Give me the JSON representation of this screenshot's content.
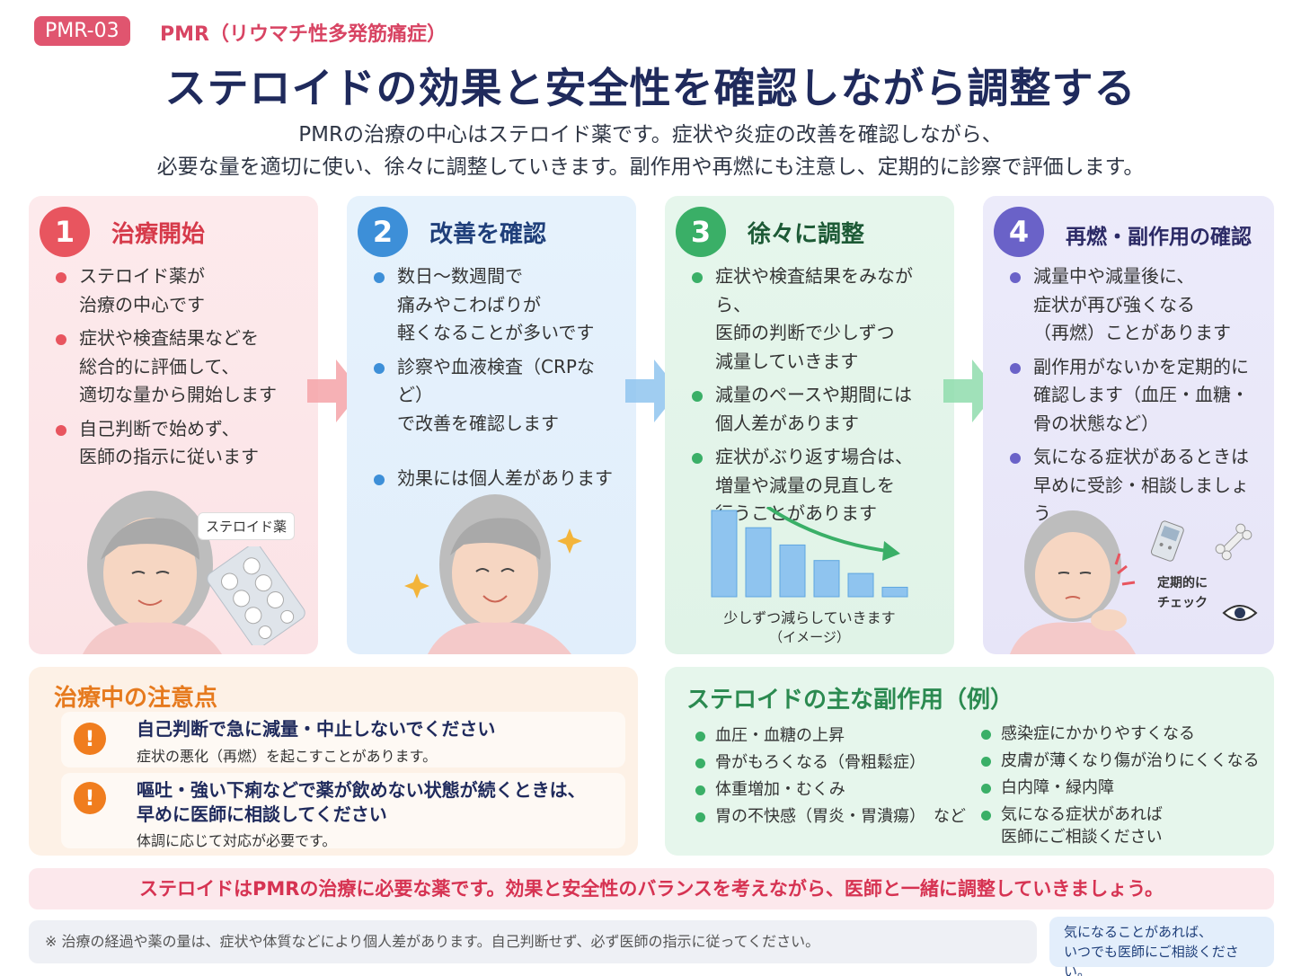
{
  "header": {
    "tag": "PMR-03",
    "subtitle": "PMR（リウマチ性多発筋痛症）",
    "title": "ステロイドの効果と安全性を確認しながら調整する",
    "lead_line1": "PMRの治療の中心はステロイド薬です。症状や炎症の改善を確認しながら、",
    "lead_line2": "必要な量を適切に使い、徐々に調整していきます。副作用や再燃にも注意し、定期的に診察で評価します。"
  },
  "steps": [
    {
      "num": "1",
      "title": "治療開始",
      "items": [
        [
          "ステロイド薬が",
          "治療の中心です"
        ],
        [
          "症状や検査結果などを",
          "総合的に評価して、",
          "適切な量から開始します"
        ],
        [
          "自己判断で始めず、",
          "医師の指示に従います"
        ]
      ],
      "label": "ステロイド薬"
    },
    {
      "num": "2",
      "title": "改善を確認",
      "items": [
        [
          "数日〜数週間で",
          "痛みやこわばりが",
          "軽くなることが多いです"
        ],
        [
          "診察や血液検査（CRPなど）",
          "で改善を確認します"
        ],
        [
          "効果には個人差があります"
        ]
      ]
    },
    {
      "num": "3",
      "title": "徐々に調整",
      "items": [
        [
          "症状や検査結果をみながら、",
          "医師の判断で少しずつ",
          "減量していきます"
        ],
        [
          "減量のペースや期間には",
          "個人差があります"
        ],
        [
          "症状がぶり返す場合は、",
          "増量や減量の見直しを",
          "行うことがあります"
        ]
      ],
      "chart_caption1": "少しずつ減らしていきます",
      "chart_caption2": "（イメージ）",
      "chart_bar_levels": [
        1.0,
        0.8,
        0.6,
        0.42,
        0.27,
        0.11
      ]
    },
    {
      "num": "4",
      "title": "再燃・副作用の確認",
      "items": [
        [
          "減量中や減量後に、",
          "症状が再び強くなる",
          "（再燃）ことがあります"
        ],
        [
          "副作用がないかを定期的に",
          "確認します（血圧・血糖・",
          "骨の状態など）"
        ],
        [
          "気になる症状があるときは",
          "早めに受診・相談しましょう"
        ]
      ],
      "check_label1": "定期的に",
      "check_label2": "チェック"
    }
  ],
  "cautions": {
    "title": "治療中の注意点",
    "items": [
      {
        "title": [
          "自己判断で急に減量・中止しないでください"
        ],
        "sub": "症状の悪化（再燃）を起こすことがあります。"
      },
      {
        "title": [
          "嘔吐・強い下痢などで薬が飲めない状態が続くときは、",
          "早めに医師に相談してください"
        ],
        "sub": "体調に応じて対応が必要です。"
      }
    ]
  },
  "side_effects": {
    "title": "ステロイドの主な副作用（例）",
    "left": [
      "血圧・血糖の上昇",
      "骨がもろくなる（骨粗鬆症）",
      "体重増加・むくみ",
      "胃の不快感（胃炎・胃潰瘍）　など"
    ],
    "right": [
      [
        "感染症にかかりやすくなる"
      ],
      [
        "皮膚が薄くなり傷が治りにくくなる"
      ],
      [
        "白内障・緑内障"
      ],
      [
        "気になる症状があれば",
        "医師にご相談ください"
      ]
    ]
  },
  "banner": "ステロイドはPMRの治療に必要な薬です。効果と安全性のバランスを考えながら、医師と一緒に調整していきましょう。",
  "footnote": "※ 治療の経過や薬の量は、症状や体質などにより個人差があります。自己判断せず、必ず医師の指示に従ってください。",
  "consult": [
    "気になることがあれば、",
    "いつでも医師にご相談ください。"
  ]
}
